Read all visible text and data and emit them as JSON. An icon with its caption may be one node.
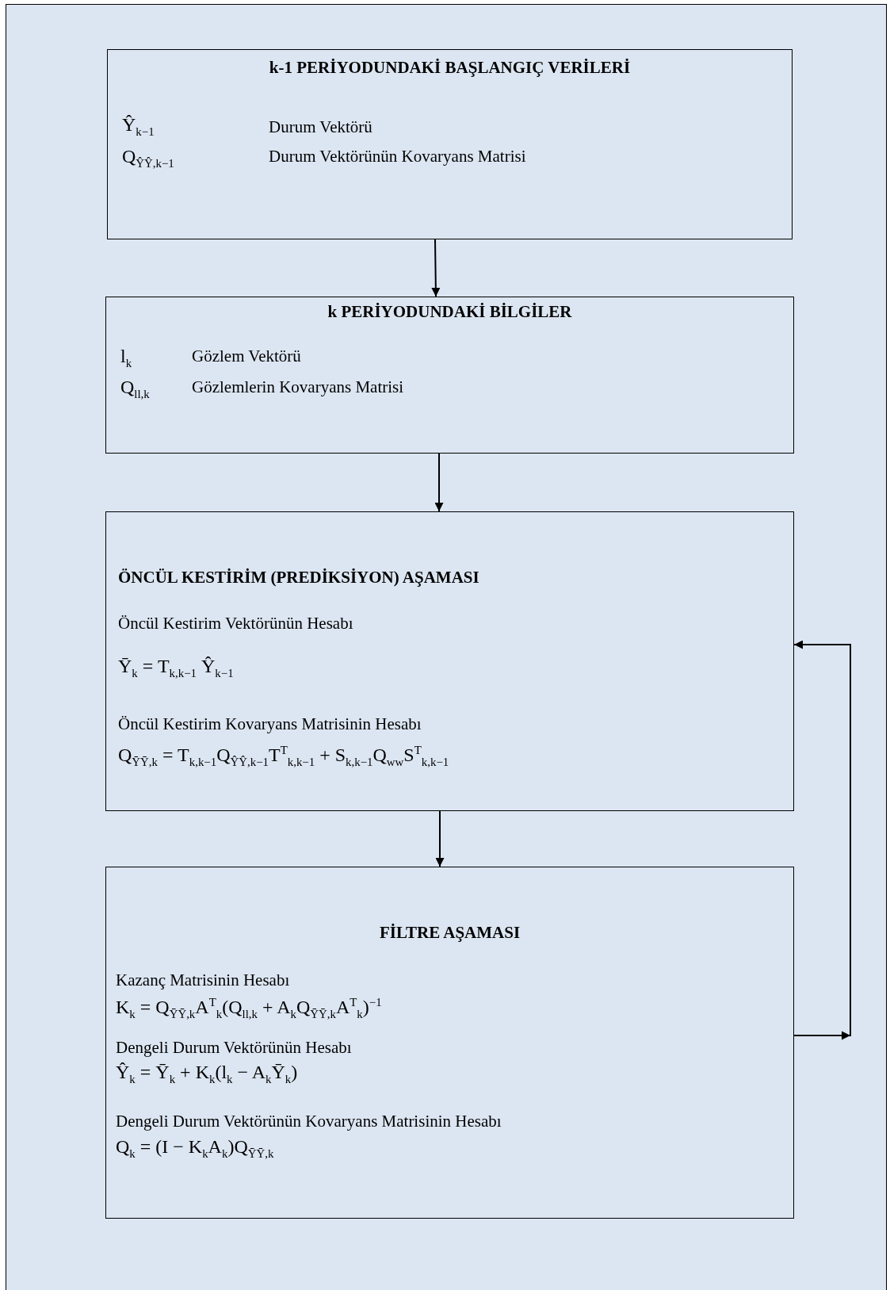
{
  "diagram": {
    "nodes": [
      {
        "text": [
          "k-1 PERİYODUNDAKİ BAŞLANGIÇ VERİLERİ",
          "Ŷ$_{k−1}$",
          "Durum Vektörü",
          "Q$_{ŶŶ,k−1}$",
          "Durum Vektörünün Kovaryans Matrisi"
        ]
      },
      {
        "text": [
          "k PERİYODUNDAKİ BİLGİLER",
          "l$_{k}$",
          "Gözlem Vektörü",
          "Q$_{ll,k}$",
          "Gözlemlerin Kovaryans Matrisi"
        ]
      },
      {
        "text": [
          "ÖNCÜL KESTİRİM (PREDİKSİYON) AŞAMASI",
          "Öncül Kestirim Vektörünün Hesabı",
          "Ȳ$_{k}$ = T$_{k,k−1}$ Ŷ$_{k−1}$",
          "Öncül Kestirim Kovaryans Matrisinin Hesabı",
          "Q$_{ȲȲ,k}$ = T$_{k,k−1}$Q$_{ŶŶ,k−1}$T$^{T}$$_{k,k−1}$ + S$_{k,k−1}$Q$_{ww}$S$^{T}$$_{k,k−1}$"
        ]
      },
      {
        "text": [
          "FİLTRE AŞAMASI",
          "Kazanç Matrisinin Hesabı",
          "K$_{k}$ = Q$_{ȲȲ,k}$A$^{T}$$_{k}$(Q$_{ll,k}$ + A$_{k}$Q$_{ȲȲ,k}$A$^{T}$$_{k}$)$^{−1}$",
          "Dengeli Durum Vektörünün Hesabı",
          "Ŷ$_{k}$ = Ȳ$_{k}$ + K$_{k}$(l$_{k}$ − A$_{k}$Ȳ$_{k}$)",
          "Dengeli Durum Vektörünün Kovaryans Matrisinin Hesabı",
          "Q$_{k}$ = (I − K$_{k}$A$_{k}$)Q$_{ȲȲ,k}$"
        ]
      }
    ],
    "edges": [
      {
        "from": 0,
        "to": 1,
        "arrow": "to"
      },
      {
        "from": 1,
        "to": 2,
        "arrow": "to"
      },
      {
        "from": 2,
        "to": 3,
        "arrow": "to"
      },
      {
        "from": 3,
        "to": 2,
        "arrow": "to"
      }
    ]
  }
}
